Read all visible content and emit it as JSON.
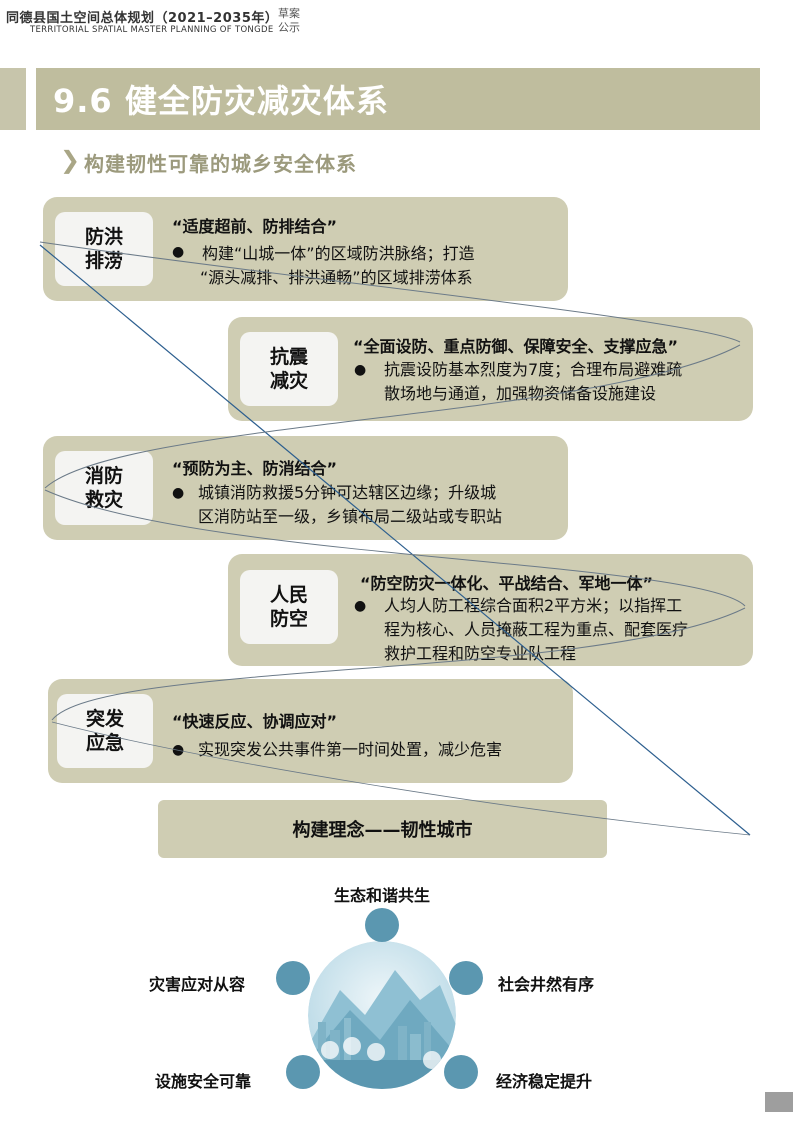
{
  "header": {
    "title": "同德县国土空间总体规划（2021–2035年）",
    "subtitle": "TERRITORIAL SPATIAL MASTER PLANNING OF TONGDE",
    "draft_line1": "草案",
    "draft_line2": "公示"
  },
  "section": {
    "title": "9.6 健全防灾减灾体系",
    "subtitle": "构建韧性可靠的城乡安全体系"
  },
  "cards": [
    {
      "tag_line1": "防洪",
      "tag_line2": "排涝",
      "title": "“适度超前、防排结合”",
      "lines": [
        "构建“山城一体”的区域防洪脉络；打造",
        "“源头减排、排洪通畅”的区域排涝体系"
      ]
    },
    {
      "tag_line1": "抗震",
      "tag_line2": "减灾",
      "title": "“全面设防、重点防御、保障安全、支撑应急”",
      "lines": [
        "抗震设防基本烈度为7度；合理布局避难疏",
        "散场地与通道，加强物资储备设施建设"
      ]
    },
    {
      "tag_line1": "消防",
      "tag_line2": "救灾",
      "title": "“预防为主、防消结合”",
      "lines": [
        "城镇消防救援5分钟可达辖区边缘；升级城",
        "区消防站至一级，乡镇布局二级站或专职站"
      ]
    },
    {
      "tag_line1": "人民",
      "tag_line2": "防空",
      "title": "“防空防灾一体化、平战结合、军地一体”",
      "lines": [
        "人均人防工程综合面积2平方米；以指挥工",
        "程为核心、人员掩蔽工程为重点、配套医疗",
        "救护工程和防空专业队工程"
      ]
    },
    {
      "tag_line1": "突发",
      "tag_line2": "应急",
      "title": "“快速反应、协调应对”",
      "lines": [
        "实现突发公共事件第一时间处置，减少危害"
      ]
    }
  ],
  "bullet_symbol": "●",
  "concept": "构建理念——韧性城市",
  "diagram": {
    "top": "生态和谐共生",
    "left_upper": "灾害应对从容",
    "right_upper": "社会井然有序",
    "left_lower": "设施安全可靠",
    "right_lower": "经济稳定提升"
  },
  "colors": {
    "title_bar": "#bfbd9e",
    "card": "#cfcdb3",
    "node": "#5b97b0",
    "divider_line": "#2d5f8f"
  }
}
